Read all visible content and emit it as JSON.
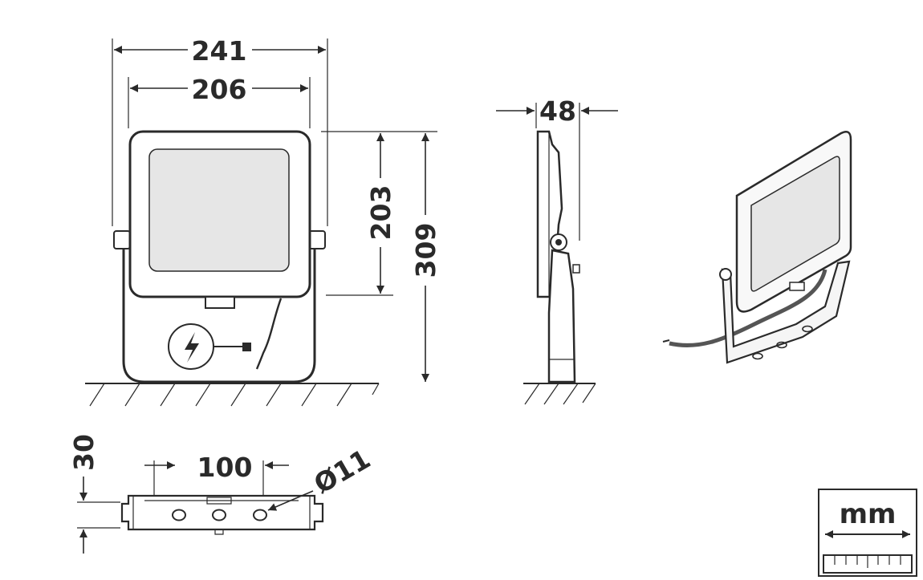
{
  "dimensions": {
    "total_width": "241",
    "body_width": "206",
    "body_height": "203",
    "total_height": "309",
    "depth": "48",
    "base_depth": "30",
    "hole_spacing": "100",
    "hole_diameter": "Ø11"
  },
  "unit_badge": {
    "label": "mm"
  },
  "colors": {
    "line": "#2a2a2a",
    "panel": "#e6e6e6",
    "background": "#ffffff"
  }
}
